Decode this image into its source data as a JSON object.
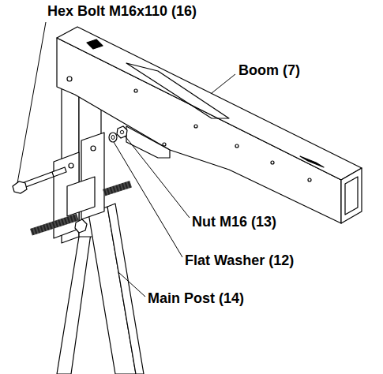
{
  "diagram": {
    "labels": [
      "Hex Bolt M16x110 (16)",
      "Boom (7)",
      "Nut M16 (13)",
      "Flat Washer (12)",
      "Main Post (14)"
    ]
  }
}
